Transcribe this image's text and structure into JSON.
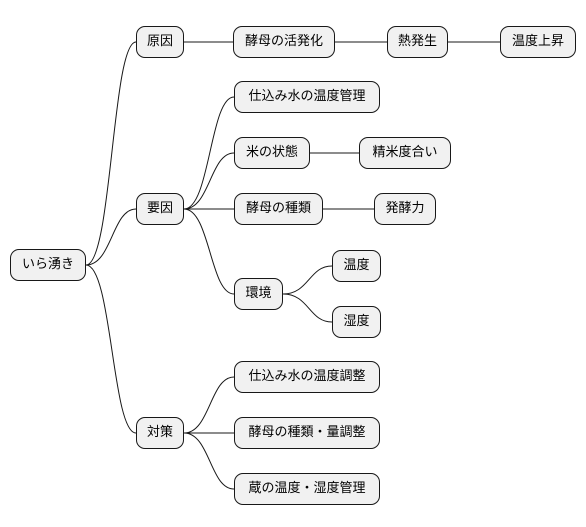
{
  "root": {
    "label": "いら湧き"
  },
  "branches": [
    {
      "label": "原因",
      "children": [
        {
          "label": "酵母の活発化"
        },
        {
          "label": "熱発生"
        },
        {
          "label": "温度上昇"
        }
      ]
    },
    {
      "label": "要因",
      "children": [
        {
          "label": "仕込み水の温度管理"
        },
        {
          "label": "米の状態",
          "child": {
            "label": "精米度合い"
          }
        },
        {
          "label": "酵母の種類",
          "child": {
            "label": "発酵力"
          }
        },
        {
          "label": "環境",
          "children": [
            {
              "label": "温度"
            },
            {
              "label": "湿度"
            }
          ]
        }
      ]
    },
    {
      "label": "対策",
      "children": [
        {
          "label": "仕込み水の温度調整"
        },
        {
          "label": "酵母の種類・量調整"
        },
        {
          "label": "蔵の温度・湿度管理"
        }
      ]
    }
  ]
}
